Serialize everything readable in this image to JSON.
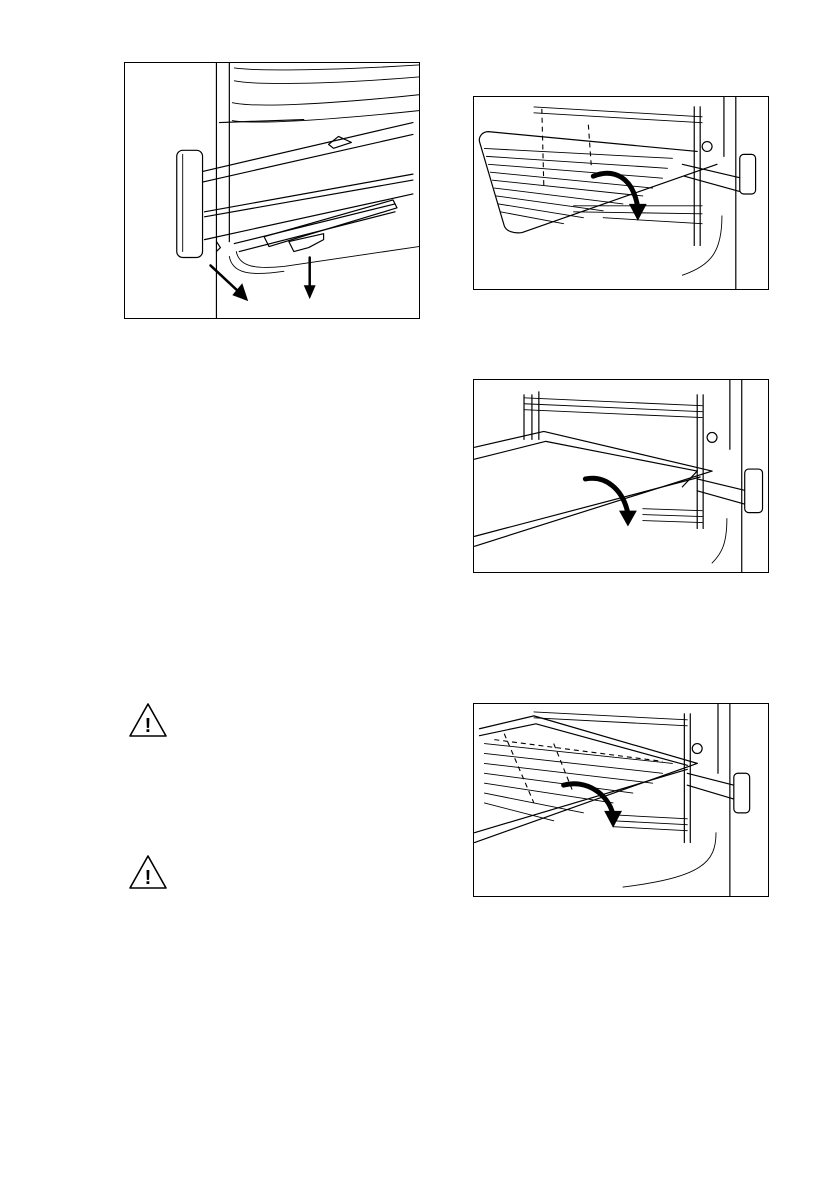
{
  "figures": [
    {
      "name": "figure-telescopic-runner-pull",
      "icon": "telescopic-runner-illustration",
      "arrows": 2
    },
    {
      "name": "figure-wire-shelf-insert",
      "icon": "wire-shelf-illustration",
      "arrows": 1
    },
    {
      "name": "figure-baking-tray-insert",
      "icon": "baking-tray-illustration",
      "arrows": 1
    },
    {
      "name": "figure-shelf-and-tray-insert",
      "icon": "shelf-and-tray-illustration",
      "arrows": 1
    }
  ],
  "warnings": [
    {
      "name": "warning-icon-1",
      "icon": "warning-triangle-icon",
      "glyph": "!"
    },
    {
      "name": "warning-icon-2",
      "icon": "warning-triangle-icon",
      "glyph": "!"
    }
  ]
}
